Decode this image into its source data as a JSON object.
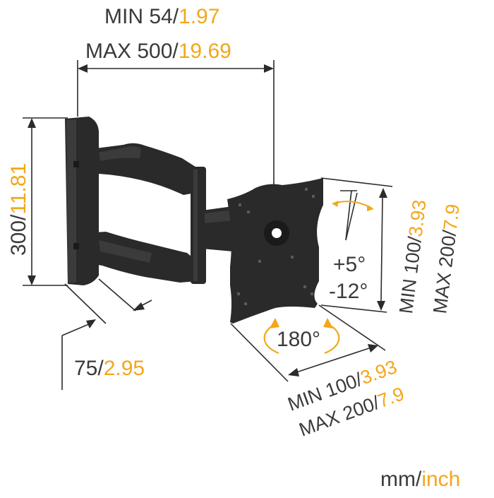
{
  "colors": {
    "metric_text": "#3a3a3a",
    "inch_text": "#F2A71B",
    "mount_body": "#2a2a2a",
    "dimension_lines": "#2b2b2b"
  },
  "width_range": {
    "min_mm": "MIN 54/",
    "min_inch": "1.97",
    "max_mm": "MAX 500/",
    "max_inch": "19.69"
  },
  "height_dim": {
    "mm": "300/",
    "inch": "11.81"
  },
  "depth_dim": {
    "mm": "75/",
    "inch": "2.95"
  },
  "vesa_vertical": {
    "min_mm": "MIN 100/",
    "min_inch": "3.93",
    "max_mm": "MAX 200/",
    "max_inch": "7.9"
  },
  "vesa_horizontal": {
    "min_mm": "MIN 100/",
    "min_inch": "3.93",
    "max_mm": "MAX 200/",
    "max_inch": "7.9"
  },
  "tilt": {
    "up": "+5°",
    "down": "-12°"
  },
  "rotation": {
    "label": "180°"
  },
  "units": {
    "metric": "mm/",
    "imperial": "inch"
  },
  "icons": [
    "tilt-angle-icon",
    "rotation-arrow-icon",
    "dimension-arrow-icon"
  ]
}
